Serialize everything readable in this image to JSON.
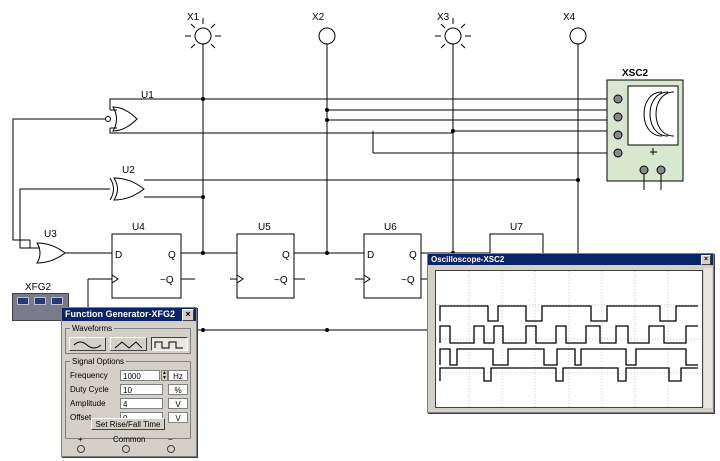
{
  "schematic": {
    "probes": [
      "X1",
      "X2",
      "X3",
      "X4"
    ],
    "gates": [
      "U1",
      "U2",
      "U3"
    ],
    "flipflops": [
      {
        "name": "U4",
        "d": "D",
        "q": "Q",
        "qn": "~Q"
      },
      {
        "name": "U5",
        "d": "",
        "q": "Q",
        "qn": "~Q"
      },
      {
        "name": "U6",
        "d": "D",
        "q": "Q",
        "qn": "~Q"
      },
      {
        "name": "U7"
      }
    ],
    "scope_label": "XSC2",
    "generator_label": "XFG2"
  },
  "function_generator": {
    "title": "Function Generator-XFG2",
    "close": "×",
    "waveforms_label": "Waveforms",
    "waveforms": [
      "sine-wave-icon",
      "triangle-wave-icon",
      "square-wave-icon"
    ],
    "selected_waveform": "square",
    "signal_options_label": "Signal Options",
    "fields": [
      {
        "label": "Frequency",
        "value": "1000",
        "unit": "Hz"
      },
      {
        "label": "Duty Cycle",
        "value": "10",
        "unit": "%"
      },
      {
        "label": "Amplitude",
        "value": "4",
        "unit": "V"
      },
      {
        "label": "Offset",
        "value": "0",
        "unit": "V"
      }
    ],
    "rise_fall_button": "Set Rise/Fall Time",
    "terminals": [
      {
        "sign": "+",
        "name": ""
      },
      {
        "sign": "",
        "name": "Common"
      },
      {
        "sign": "−",
        "name": ""
      }
    ]
  },
  "oscilloscope": {
    "title": "Oscilloscope-XSC2",
    "close": "×"
  },
  "colors": {
    "titlebar": "#0a246a",
    "window": "#d4d0c8",
    "scope_body": "#d8e8d0"
  }
}
